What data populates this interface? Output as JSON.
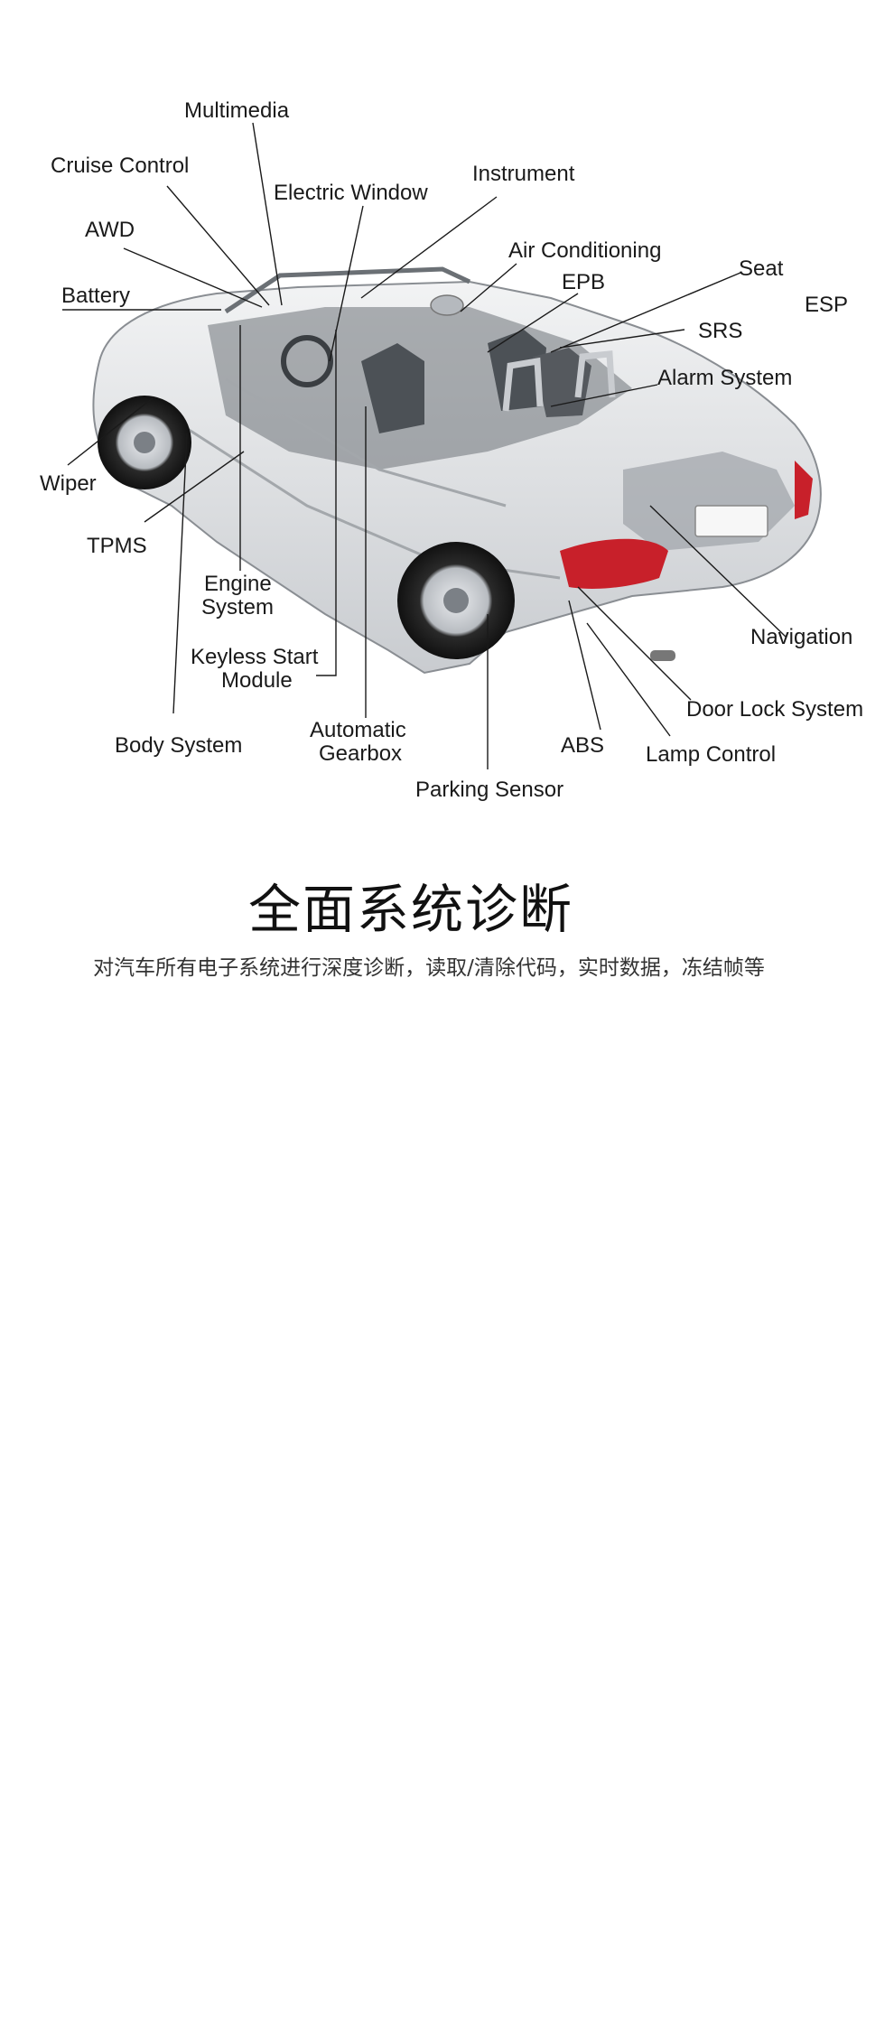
{
  "diagram": {
    "labels": {
      "multimedia": "Multimedia",
      "cruise_control": "Cruise Control",
      "electric_window": "Electric Window",
      "instrument": "Instrument",
      "awd": "AWD",
      "air_conditioning": "Air Conditioning",
      "seat": "Seat",
      "epb": "EPB",
      "battery": "Battery",
      "esp": "ESP",
      "srs": "SRS",
      "alarm_system": "Alarm System",
      "wiper": "Wiper",
      "tpms": "TPMS",
      "engine_system_1": "Engine",
      "engine_system_2": "System",
      "navigation": "Navigation",
      "keyless_1": "Keyless Start",
      "keyless_2": "Module",
      "door_lock_system": "Door Lock System",
      "automatic_1": "Automatic",
      "automatic_2": "Gearbox",
      "body_system": "Body System",
      "abs": "ABS",
      "lamp_control": "Lamp Control",
      "parking_sensor": "Parking Sensor"
    }
  },
  "section": {
    "title": "全面系统诊断",
    "description": "对汽车所有电子系统进行深度诊断，读取/清除代码，实时数据，冻结帧等"
  },
  "colors": {
    "car_body": "#e4e6e8",
    "car_outline": "#8a8e93",
    "tail_light": "#c8202a",
    "text": "#1a1a1a"
  }
}
